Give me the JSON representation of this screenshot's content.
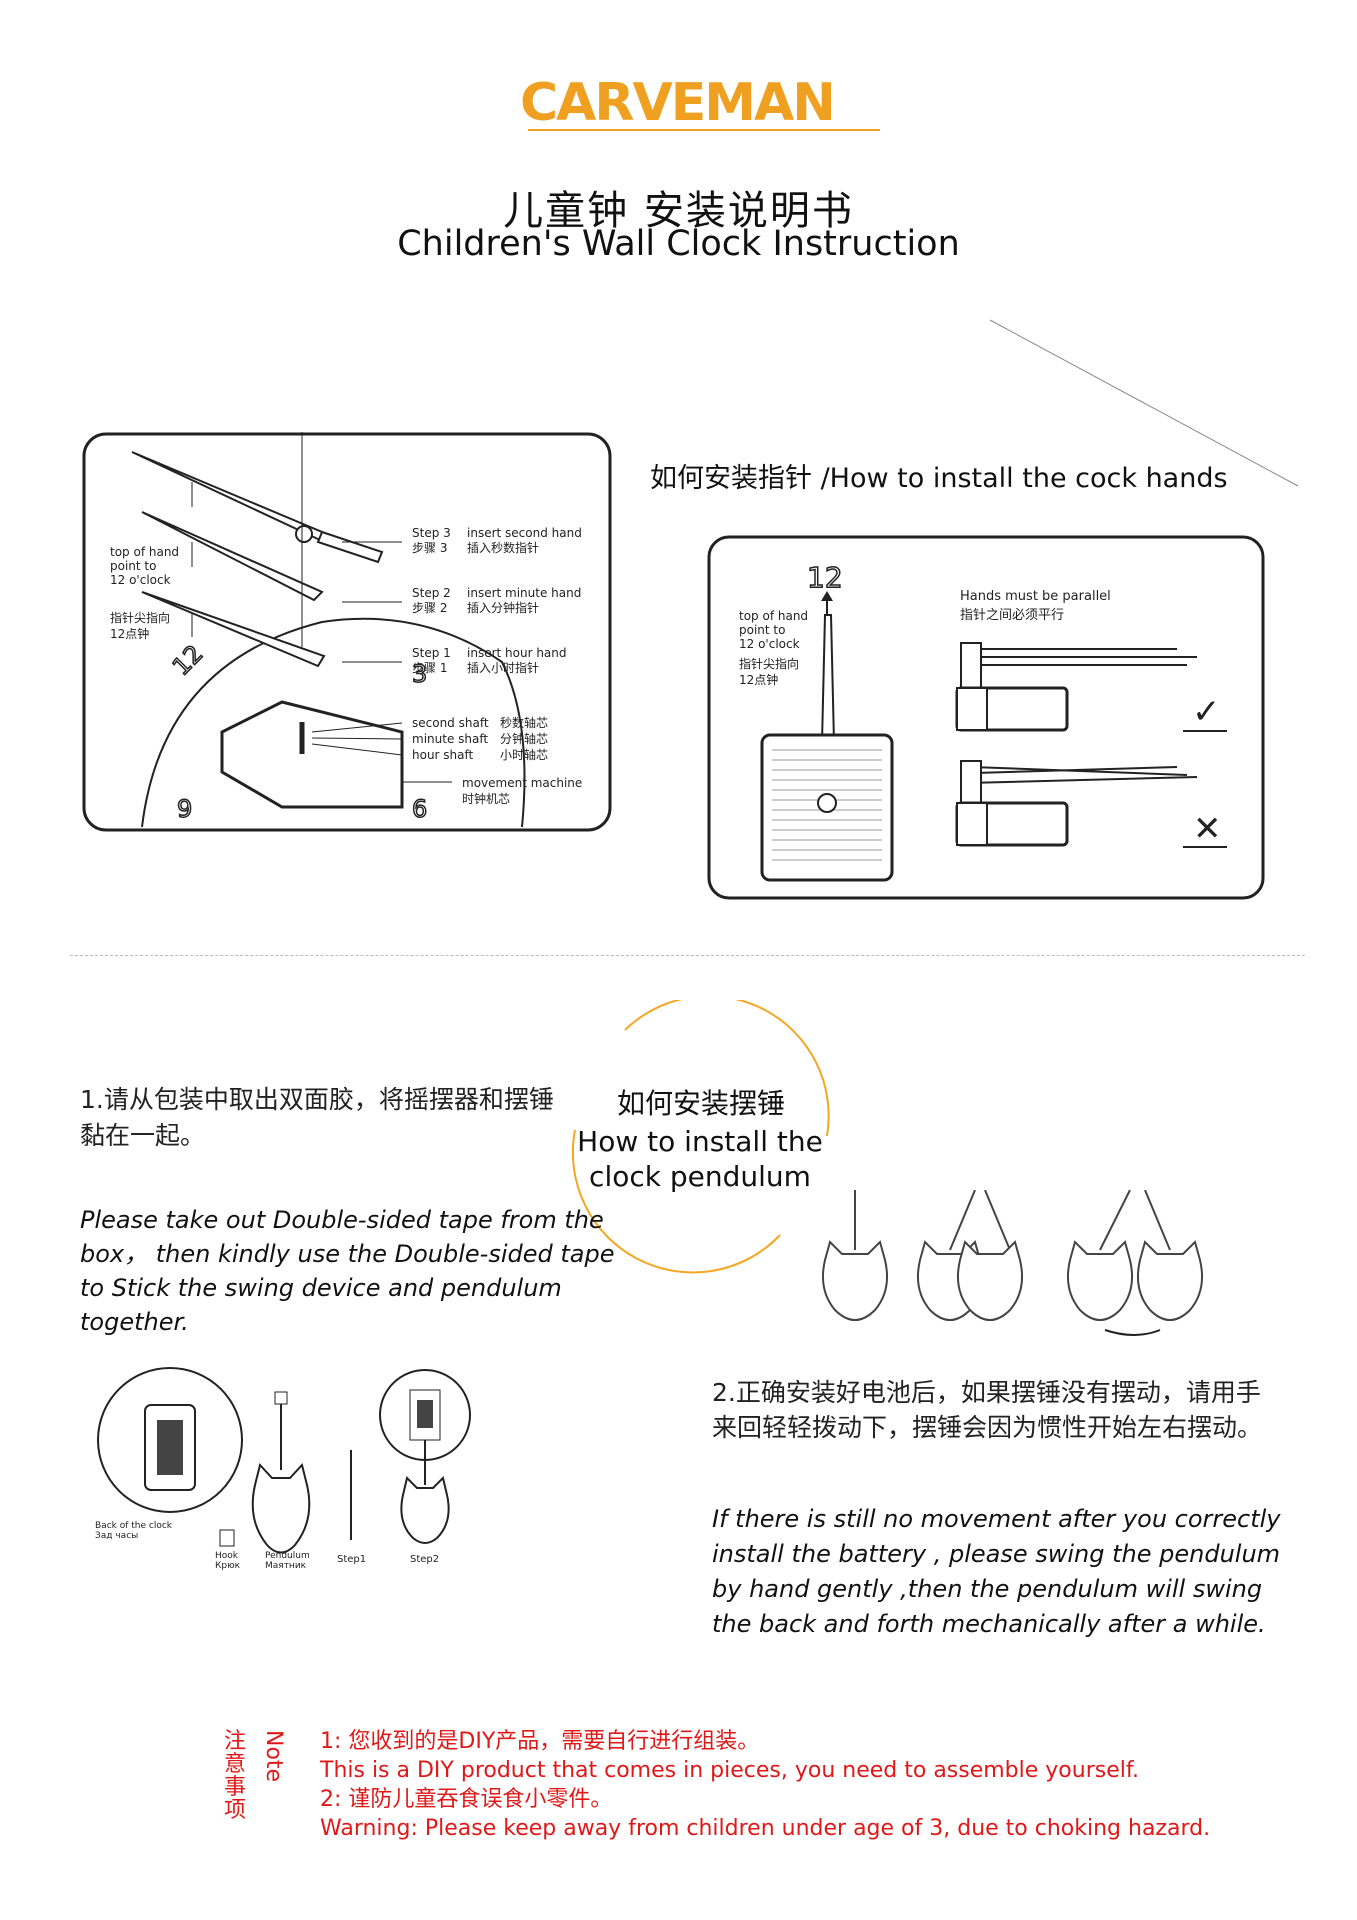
{
  "header": {
    "brand": "CARVEMAN",
    "title_cn": "儿童钟 安装说明书",
    "title_en": "Children's Wall Clock Instruction"
  },
  "hands_section": {
    "title": "如何安装指针 /How to install the cock hands",
    "diagram_left": {
      "top_of_hand": [
        "top of hand",
        "point to",
        "12 o'clock"
      ],
      "top_of_hand_cn": [
        "指针尖指向",
        "12点钟"
      ],
      "steps": [
        {
          "step": "Step 3",
          "step_cn": "步骤 3",
          "action": "insert second hand",
          "action_cn": "插入秒数指针"
        },
        {
          "step": "Step 2",
          "step_cn": "步骤 2",
          "action": "insert minute hand",
          "action_cn": "插入分钟指针"
        },
        {
          "step": "Step 1",
          "step_cn": "步骤 1",
          "action": "insert hour hand",
          "action_cn": "插入小时指针"
        }
      ],
      "shafts": [
        {
          "en": "second shaft",
          "cn": "秒数轴芯"
        },
        {
          "en": "minute shaft",
          "cn": "分钟轴芯"
        },
        {
          "en": "hour shaft",
          "cn": "小时轴芯"
        }
      ],
      "movement": "movement machine",
      "movement_cn": "时钟机芯",
      "dial_numbers": [
        "12",
        "3",
        "6",
        "9"
      ]
    },
    "diagram_right": {
      "twelve": "12",
      "top_of_hand": [
        "top of hand",
        "point to",
        "12 o'clock"
      ],
      "top_of_hand_cn": [
        "指针尖指向",
        "12点钟"
      ],
      "parallel_en": "Hands must be parallel",
      "parallel_cn": "指针之间必须平行",
      "correct_mark": "✓",
      "wrong_mark": "✕"
    }
  },
  "pendulum_section": {
    "title_cn": "如何安装摆锤",
    "title_en_line1": "How to install the",
    "title_en_line2": "clock pendulum",
    "step1_cn": "1.请从包装中取出双面胶，将摇摆器和摆锤黏在一起。",
    "step1_en": "Please take out Double-sided tape from the box，  then kindly use the Double-sided tape to Stick the swing device and pendulum together.",
    "step2_cn": "2.正确安装好电池后，如果摆锤没有摆动，请用手来回轻轻拨动下，摆锤会因为惯性开始左右摆动。",
    "step2_en": "If there is still no movement after you correctly install the battery , please swing  the pendulum by hand gently ,then the pendulum will swing the back and forth mechanically after a while.",
    "figure_labels": {
      "back": "Back of the clock",
      "back_ru": "Зад часы",
      "hook": "Hook",
      "hook_ru": "Крюк",
      "pendulum": "Pendulum",
      "pendulum_ru": "Маятник",
      "step1": "Step1",
      "step2": "Step2"
    }
  },
  "note": {
    "label_cn": "注意事项",
    "label_en": "Note",
    "lines": [
      "1: 您收到的是DIY产品，需要自行进行组装。",
      "This is a DIY product that comes in pieces, you need to assemble yourself.",
      "2: 谨防儿童吞食误食小零件。",
      "Warning: Please keep away from children under age of 3, due to choking hazard."
    ]
  },
  "colors": {
    "brand_orange": "#f0a020",
    "brand_gray": "#6e6e6e",
    "note_red": "#e01818",
    "arc_orange": "#f5a623"
  }
}
